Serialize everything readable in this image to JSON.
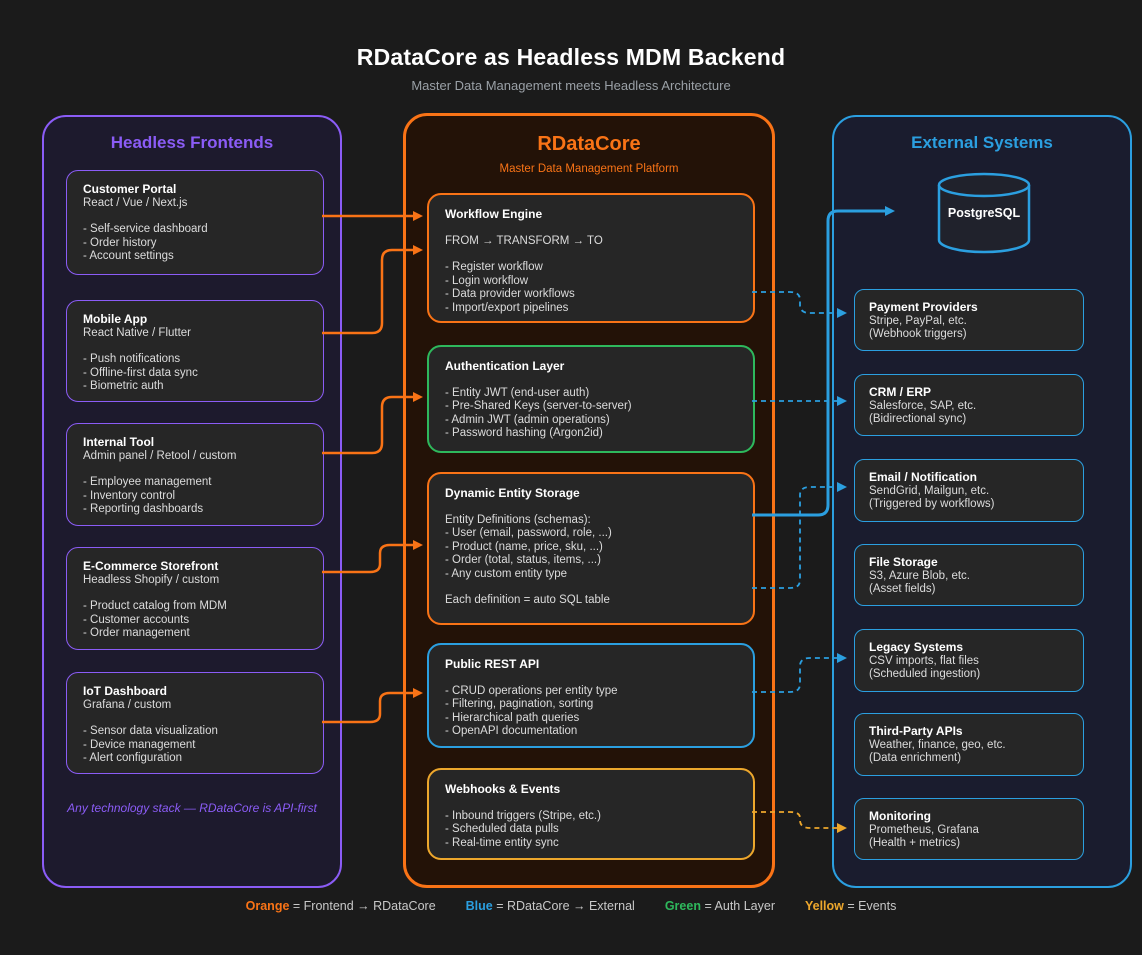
{
  "header": {
    "title": "RDataCore as Headless MDM Backend",
    "subtitle": "Master Data Management meets Headless Architecture"
  },
  "frontends": {
    "title": "Headless Frontends",
    "note": "Any technology stack — RDataCore is API-first",
    "boxes": [
      {
        "title": "Customer Portal",
        "subtitle": "React / Vue / Next.js",
        "items": [
          "- Self-service dashboard",
          "- Order history",
          "- Account settings"
        ]
      },
      {
        "title": "Mobile App",
        "subtitle": "React Native / Flutter",
        "items": [
          "- Push notifications",
          "- Offline-first data sync",
          "- Biometric auth"
        ]
      },
      {
        "title": "Internal Tool",
        "subtitle": "Admin panel / Retool / custom",
        "items": [
          "- Employee management",
          "- Inventory control",
          "- Reporting dashboards"
        ]
      },
      {
        "title": "E-Commerce Storefront",
        "subtitle": "Headless Shopify / custom",
        "items": [
          "- Product catalog from MDM",
          "- Customer accounts",
          "- Order management"
        ]
      },
      {
        "title": "IoT Dashboard",
        "subtitle": "Grafana / custom",
        "items": [
          "- Sensor data visualization",
          "- Device management",
          "- Alert configuration"
        ]
      }
    ]
  },
  "rdatacore": {
    "title": "RDataCore",
    "subtitle": "Master Data Management Platform",
    "boxes": [
      {
        "title": "Workflow Engine",
        "accent": "#f97316",
        "lines": [
          "FROM → TRANSFORM → TO",
          "",
          "- Register workflow",
          "- Login workflow",
          "- Data provider workflows",
          "- Import/export pipelines"
        ]
      },
      {
        "title": "Authentication Layer",
        "accent": "#2eb85c",
        "lines": [
          "- Entity JWT (end-user auth)",
          "- Pre-Shared Keys (server-to-server)",
          "- Admin JWT (admin operations)",
          "- Password hashing (Argon2id)"
        ]
      },
      {
        "title": "Dynamic Entity Storage",
        "accent": "#f97316",
        "lines": [
          "Entity Definitions (schemas):",
          "- User (email, password, role, ...)",
          "- Product (name, price, sku, ...)",
          "- Order (total, status, items, ...)",
          "- Any custom entity type",
          "",
          "Each definition = auto SQL table"
        ]
      },
      {
        "title": "Public REST API",
        "accent": "#2b9fe0",
        "lines": [
          "- CRUD operations per entity type",
          "- Filtering, pagination, sorting",
          "- Hierarchical path queries",
          "- OpenAPI documentation"
        ]
      },
      {
        "title": "Webhooks & Events",
        "accent": "#eda72c",
        "lines": [
          "- Inbound triggers (Stripe, etc.)",
          "- Scheduled data pulls",
          "- Real-time entity sync"
        ]
      }
    ]
  },
  "external": {
    "title": "External Systems",
    "database_label": "PostgreSQL",
    "boxes": [
      {
        "title": "Payment Providers",
        "line1": "Stripe, PayPal, etc.",
        "line2": "(Webhook triggers)"
      },
      {
        "title": "CRM / ERP",
        "line1": "Salesforce, SAP, etc.",
        "line2": "(Bidirectional sync)"
      },
      {
        "title": "Email / Notification",
        "line1": "SendGrid, Mailgun, etc.",
        "line2": "(Triggered by workflows)"
      },
      {
        "title": "File Storage",
        "line1": "S3, Azure Blob, etc.",
        "line2": "(Asset fields)"
      },
      {
        "title": "Legacy Systems",
        "line1": "CSV imports, flat files",
        "line2": "(Scheduled ingestion)"
      },
      {
        "title": "Third-Party APIs",
        "line1": "Weather, finance, geo, etc.",
        "line2": "(Data enrichment)"
      },
      {
        "title": "Monitoring",
        "line1": "Prometheus, Grafana",
        "line2": "(Health + metrics)"
      }
    ]
  },
  "legend": [
    {
      "label": "Orange",
      "color": "#f97316",
      "text": "= Frontend → RDataCore"
    },
    {
      "label": "Blue",
      "color": "#2b9fe0",
      "text": "= RDataCore → External"
    },
    {
      "label": "Green",
      "color": "#2eb85c",
      "text": "= Auth Layer"
    },
    {
      "label": "Yellow",
      "color": "#eda72c",
      "text": "= Events"
    }
  ],
  "connections": [
    {
      "from": "Customer Portal",
      "to": "Workflow Engine",
      "color": "#f97316",
      "style": "solid"
    },
    {
      "from": "Mobile App",
      "to": "Workflow Engine",
      "color": "#f97316",
      "style": "solid"
    },
    {
      "from": "Internal Tool",
      "to": "Authentication Layer",
      "color": "#f97316",
      "style": "solid"
    },
    {
      "from": "E-Commerce Storefront",
      "to": "Dynamic Entity Storage",
      "color": "#f97316",
      "style": "solid"
    },
    {
      "from": "IoT Dashboard",
      "to": "Public REST API",
      "color": "#f97316",
      "style": "solid"
    },
    {
      "from": "Dynamic Entity Storage",
      "to": "PostgreSQL",
      "color": "#2b9fe0",
      "style": "solid"
    },
    {
      "from": "Workflow Engine",
      "to": "Payment Providers",
      "color": "#2b9fe0",
      "style": "dashed"
    },
    {
      "from": "Authentication Layer",
      "to": "CRM / ERP",
      "color": "#2b9fe0",
      "style": "dashed"
    },
    {
      "from": "Dynamic Entity Storage",
      "to": "Email / Notification",
      "color": "#2b9fe0",
      "style": "dashed"
    },
    {
      "from": "Public REST API",
      "to": "Legacy Systems",
      "color": "#2b9fe0",
      "style": "dashed"
    },
    {
      "from": "Webhooks & Events",
      "to": "Monitoring",
      "color": "#eda72c",
      "style": "dashed"
    }
  ]
}
